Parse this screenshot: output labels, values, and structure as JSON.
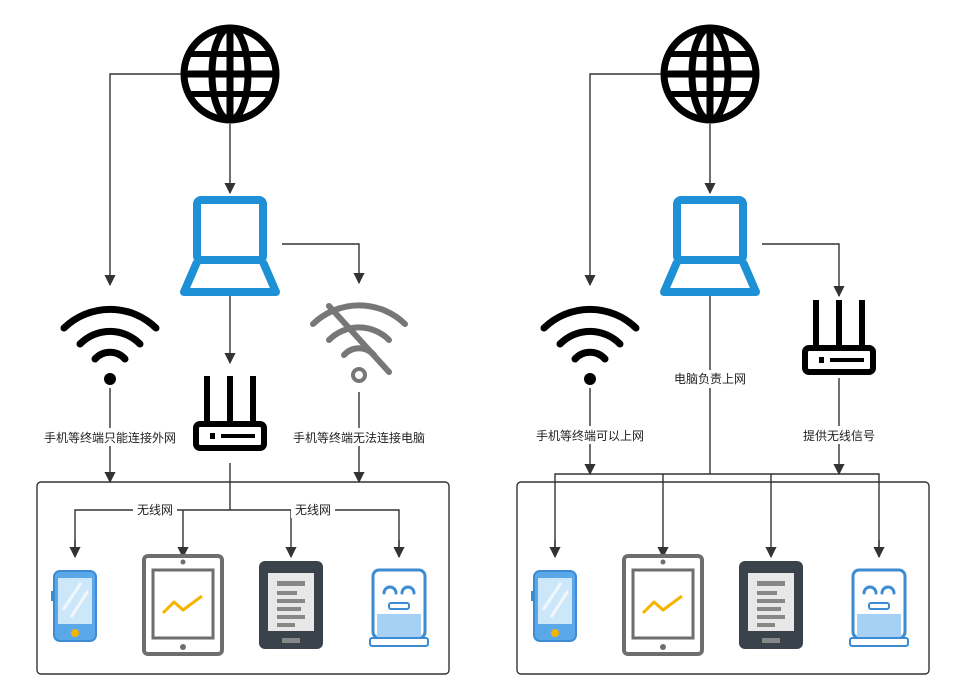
{
  "left_panel": {
    "label_phone_external": "手机等终端只能连接外网",
    "label_cannot_connect_pc": "手机等终端无法连接电脑",
    "label_wireless_1": "无线网",
    "label_wireless_2": "无线网"
  },
  "right_panel": {
    "label_phone_online": "手机等终端可以上网",
    "label_pc_responsible": "电脑负责上网",
    "label_provide_wifi": "提供无线信号"
  },
  "colors": {
    "laptop": "#1E90D6",
    "globe": "#000000",
    "line": "#333333",
    "wifi_off": "#777777"
  }
}
